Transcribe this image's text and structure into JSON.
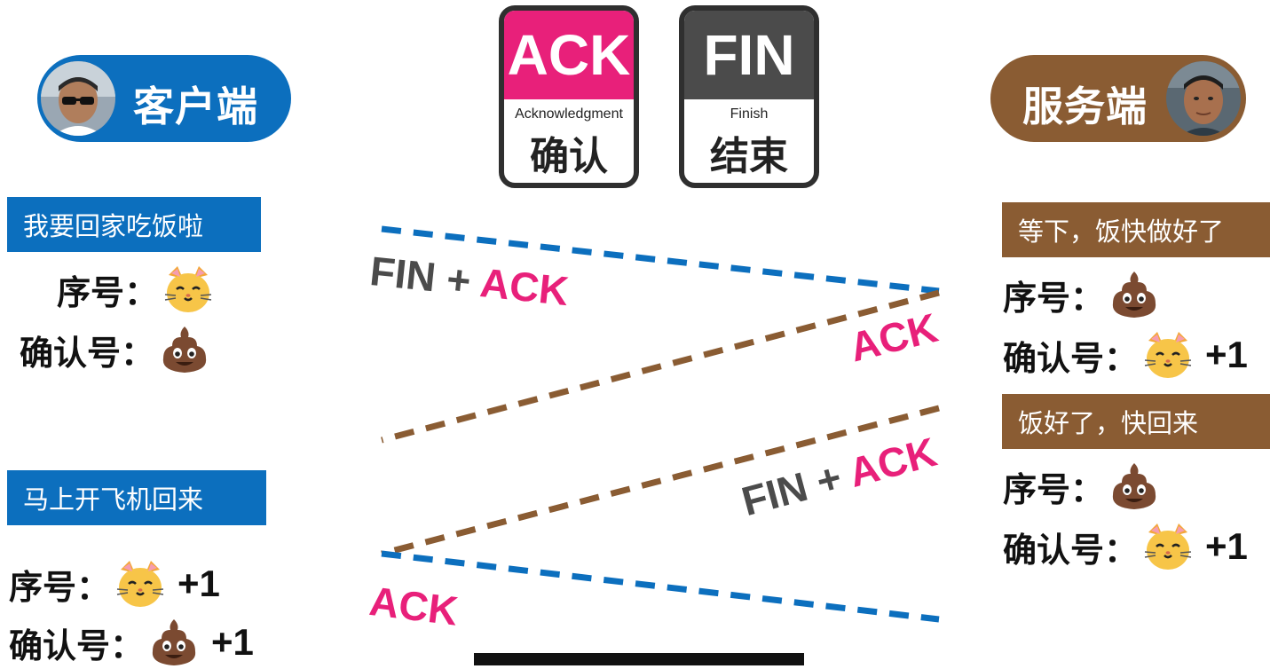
{
  "client": {
    "label": "客户端",
    "color": "#0c6fbe"
  },
  "server": {
    "label": "服务端",
    "color": "#8a5c33"
  },
  "cards": {
    "ack": {
      "abbr": "ACK",
      "full": "Acknowledgment",
      "cn": "确认",
      "color": "#e8207a"
    },
    "fin": {
      "abbr": "FIN",
      "full": "Finish",
      "cn": "结束",
      "color": "#4b4b4b"
    }
  },
  "left_messages": [
    {
      "text": "我要回家吃饭啦",
      "seq_label": "序号：",
      "seq_icon": "cat-face-icon",
      "seq_plus": "",
      "ack_label": "确认号：",
      "ack_icon": "pile-of-poo-icon",
      "ack_plus": ""
    },
    {
      "text": "马上开飞机回来",
      "seq_label": "序号：",
      "seq_icon": "cat-face-icon",
      "seq_plus": "+1",
      "ack_label": "确认号：",
      "ack_icon": "pile-of-poo-icon",
      "ack_plus": "+1"
    }
  ],
  "right_messages": [
    {
      "text": "等下，饭快做好了",
      "seq_label": "序号：",
      "seq_icon": "pile-of-poo-icon",
      "seq_plus": "",
      "ack_label": "确认号：",
      "ack_icon": "cat-face-icon",
      "ack_plus": "+1"
    },
    {
      "text": "饭好了，快回来",
      "seq_label": "序号：",
      "seq_icon": "pile-of-poo-icon",
      "seq_plus": "",
      "ack_label": "确认号：",
      "ack_icon": "cat-face-icon",
      "ack_plus": "+1"
    }
  ],
  "arrows": [
    {
      "fin": "FIN",
      "plus": "+",
      "ack": "ACK",
      "color": "#0c6fbe"
    },
    {
      "fin": "",
      "plus": "",
      "ack": "ACK",
      "color": "#8a5c33"
    },
    {
      "fin": "FIN",
      "plus": "+",
      "ack": "ACK",
      "color": "#8a5c33"
    },
    {
      "fin": "",
      "plus": "",
      "ack": "ACK",
      "color": "#0c6fbe"
    }
  ]
}
